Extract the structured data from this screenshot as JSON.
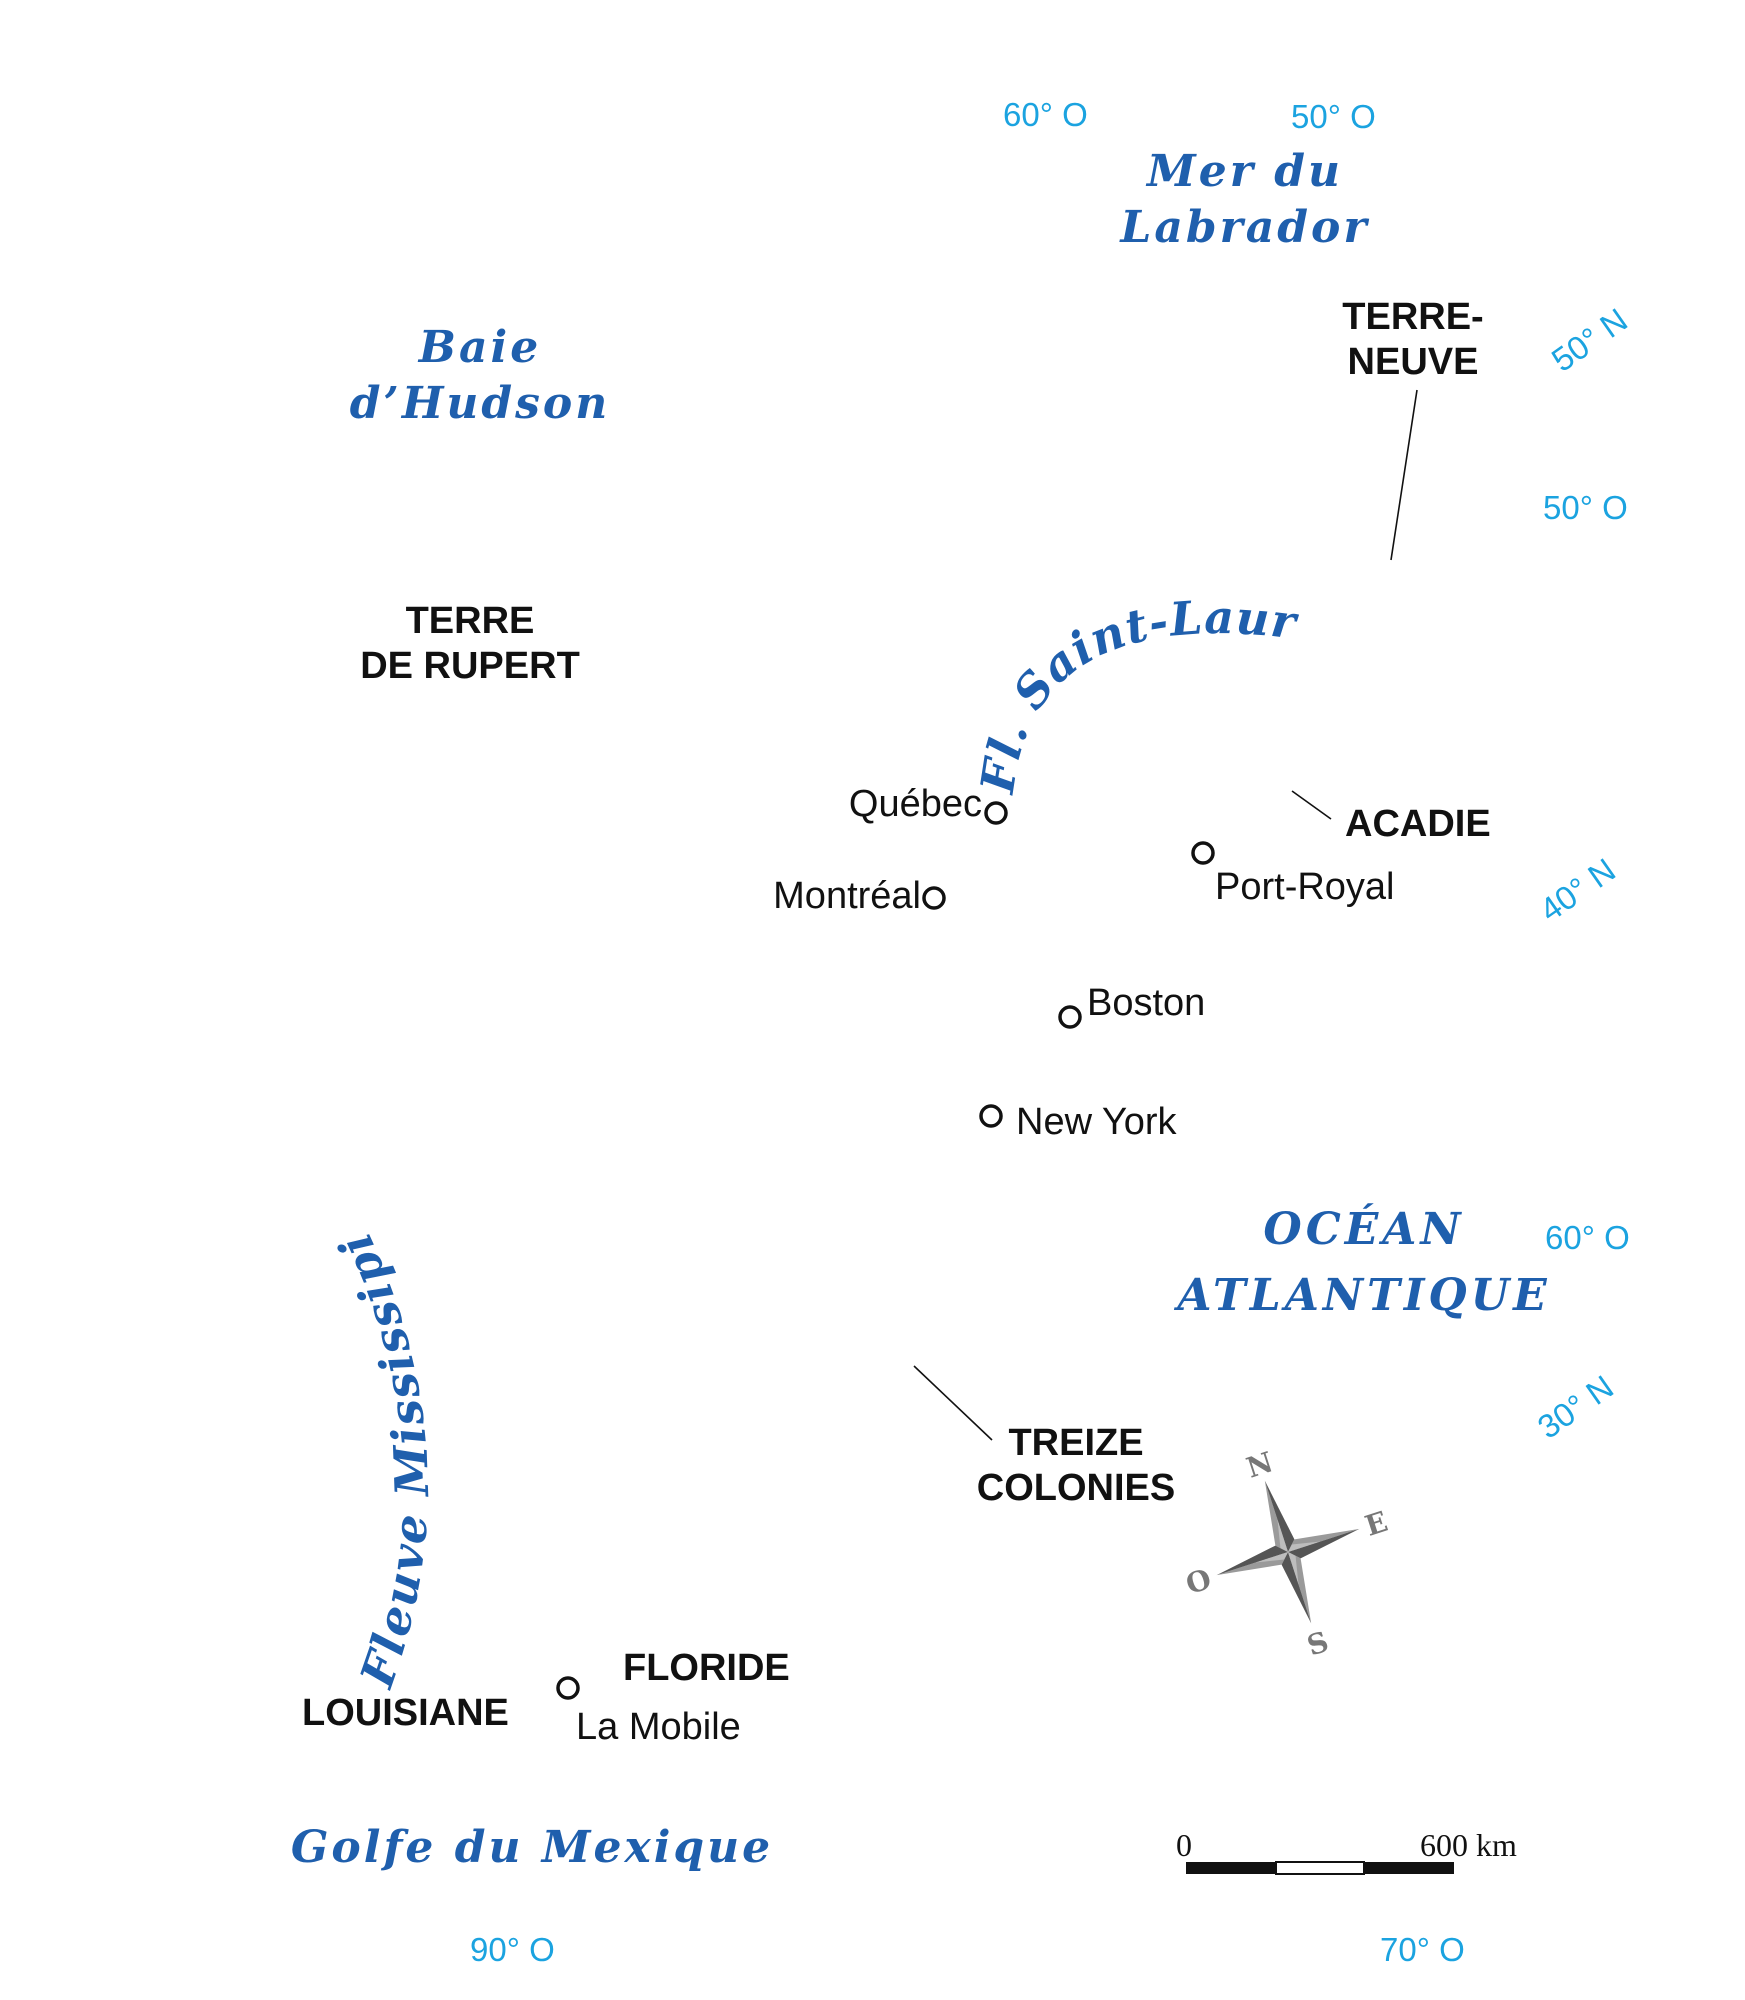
{
  "map": {
    "coordinates": {
      "lon_60_top": "60° O",
      "lon_50_top": "50° O",
      "lat_50_right": "50° N",
      "lon_50_right": "50° O",
      "lat_40_right": "40° N",
      "lon_60_right": "60° O",
      "lat_30_right": "30° N",
      "lon_90_bottom": "90° O",
      "lon_70_bottom": "70° O"
    },
    "water": {
      "labrador_line1": "Mer du",
      "labrador_line2": "Labrador",
      "hudson_line1": "Baie",
      "hudson_line2": "d’Hudson",
      "saint_laurent": "Fl. Saint-Laurent",
      "atlantic_line1": "OCÉAN",
      "atlantic_line2": "ATLANTIQUE",
      "mississippi": "Fleuve Mississipi",
      "mexico": "Golfe du Mexique"
    },
    "territories": {
      "terre_neuve_line1": "TERRE-",
      "terre_neuve_line2": "NEUVE",
      "rupert_line1": "TERRE",
      "rupert_line2": "DE RUPERT",
      "acadie": "ACADIE",
      "treize_line1": "TREIZE",
      "treize_line2": "COLONIES",
      "floride": "FLORIDE",
      "louisiane": "LOUISIANE"
    },
    "cities": {
      "quebec": "Québec",
      "montreal": "Montréal",
      "port_royal": "Port-Royal",
      "boston": "Boston",
      "new_york": "New York",
      "la_mobile": "La Mobile"
    },
    "compass": {
      "north": "N",
      "east": "E",
      "south": "S",
      "west": "O"
    },
    "scale": {
      "start": "0",
      "end": "600 km"
    }
  }
}
